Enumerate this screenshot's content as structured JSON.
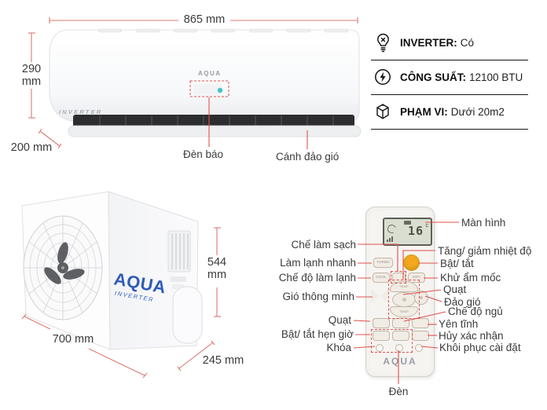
{
  "indoor_unit": {
    "brand": "AQUA",
    "badge": "INVERTER",
    "dim_width": "865 mm",
    "dim_height_l1": "290",
    "dim_height_l2": "mm",
    "dim_depth": "200 mm",
    "label_indicator": "Đèn báo",
    "label_swing": "Cánh đảo gió"
  },
  "specs": {
    "items": [
      {
        "icon": "bulb-icon",
        "key": "INVERTER:",
        "value": "Có"
      },
      {
        "icon": "power-icon",
        "key": "CÔNG SUẤT:",
        "value": "12100 BTU"
      },
      {
        "icon": "cube-icon",
        "key": "PHẠM VI:",
        "value": "Dưới 20m2"
      }
    ]
  },
  "outdoor_unit": {
    "brand": "AQUA",
    "badge": "INVERTER",
    "dim_width": "700 mm",
    "dim_height_l1": "544",
    "dim_height_l2": "mm",
    "dim_depth": "245 mm"
  },
  "remote": {
    "display": {
      "temp": "16",
      "unit": "c"
    },
    "brand": "AQUA",
    "buttons": {
      "turbo": "TURBO",
      "cool": "COOL",
      "dry": "DRY",
      "temp_up": "TEMP",
      "temp_down": "TEMP"
    },
    "labels_left": [
      "Chế làm sạch",
      "Làm lạnh nhanh",
      "Chế độ làm lạnh",
      "Gió thông minh",
      "Quạt",
      "Bật/ tắt hẹn giờ",
      "Khóa"
    ],
    "labels_right": [
      "Màn hình",
      "Tăng/ giảm nhiệt độ",
      "Bật/ tắt",
      "Khử ẩm mốc",
      "Quạt",
      "Đảo gió",
      "Chế độ ngủ",
      "Yên tĩnh",
      "Hủy xác nhận",
      "Khôi phục cài đặt"
    ],
    "label_bottom": "Đèn"
  },
  "colors": {
    "callout": "#e0514d",
    "dimension": "#d97a72",
    "accent_orange": "#f2a81c",
    "indicator_teal": "#3fc6c9",
    "logo_blue": "#2d5cb8"
  }
}
